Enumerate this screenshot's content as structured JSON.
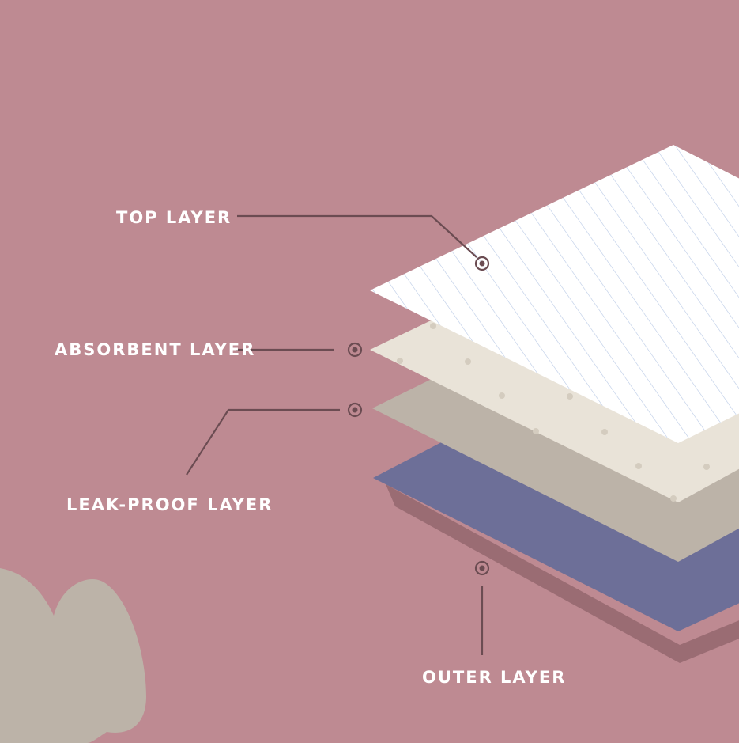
{
  "diagram": {
    "colors": {
      "background": "#be8a92",
      "top_layer": "#ffffff",
      "top_layer_lines": "#b9c9e6",
      "absorbent_layer": "#e9e3d8",
      "absorbent_dots": "#d4ccbf",
      "leak_proof_layer": "#bcb3a8",
      "outer_layer": "#6d6f98",
      "shadow": "#8a5f66",
      "leader_line": "#6b4c52",
      "decor_shape": "#bcb3a8"
    },
    "labels": {
      "top": "TOP LAYER",
      "absorbent": "ABSORBENT LAYER",
      "leak_proof": "LEAK-PROOF LAYER",
      "outer": "OUTER LAYER"
    }
  }
}
